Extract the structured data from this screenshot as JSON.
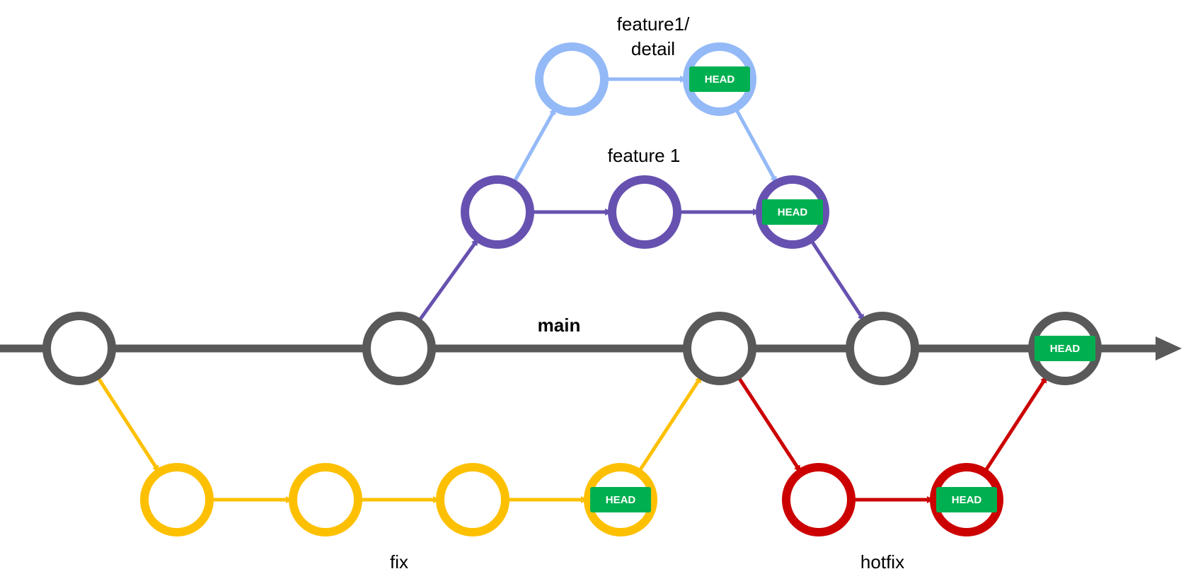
{
  "colors": {
    "main": "#595959",
    "feature1": "#6751b0",
    "feature1_detail": "#94b9f7",
    "fix": "#fdc000",
    "hotfix": "#cc0000",
    "head_badge": "#00b050",
    "head_text": "#ffffff"
  },
  "branches": {
    "main": {
      "label": "main"
    },
    "feature1": {
      "label": "feature 1"
    },
    "feature1_detail": {
      "label_line1": "feature1/",
      "label_line2": "detail"
    },
    "fix": {
      "label": "fix"
    },
    "hotfix": {
      "label": "hotfix"
    }
  },
  "head_label": "HEAD",
  "commits": [
    {
      "id": "m1",
      "branch": "main",
      "head": false
    },
    {
      "id": "m2",
      "branch": "main",
      "head": false
    },
    {
      "id": "m3",
      "branch": "main",
      "head": false
    },
    {
      "id": "m4",
      "branch": "main",
      "head": false
    },
    {
      "id": "m5",
      "branch": "main",
      "head": true
    },
    {
      "id": "f1",
      "branch": "feature1",
      "head": false
    },
    {
      "id": "f2",
      "branch": "feature1",
      "head": false
    },
    {
      "id": "f3",
      "branch": "feature1",
      "head": true
    },
    {
      "id": "d1",
      "branch": "feature1_detail",
      "head": false
    },
    {
      "id": "d2",
      "branch": "feature1_detail",
      "head": true
    },
    {
      "id": "x1",
      "branch": "fix",
      "head": false
    },
    {
      "id": "x2",
      "branch": "fix",
      "head": false
    },
    {
      "id": "x3",
      "branch": "fix",
      "head": false
    },
    {
      "id": "x4",
      "branch": "fix",
      "head": true
    },
    {
      "id": "h1",
      "branch": "hotfix",
      "head": false
    },
    {
      "id": "h2",
      "branch": "hotfix",
      "head": true
    }
  ],
  "edges": [
    {
      "from": "m2",
      "to": "f1",
      "branch": "feature1"
    },
    {
      "from": "f1",
      "to": "f2",
      "branch": "feature1"
    },
    {
      "from": "f2",
      "to": "f3",
      "branch": "feature1"
    },
    {
      "from": "f3",
      "to": "m4",
      "branch": "feature1"
    },
    {
      "from": "f1",
      "to": "d1",
      "branch": "feature1_detail"
    },
    {
      "from": "d1",
      "to": "d2",
      "branch": "feature1_detail"
    },
    {
      "from": "d2",
      "to": "f3",
      "branch": "feature1_detail"
    },
    {
      "from": "m1",
      "to": "x1",
      "branch": "fix"
    },
    {
      "from": "x1",
      "to": "x2",
      "branch": "fix"
    },
    {
      "from": "x2",
      "to": "x3",
      "branch": "fix"
    },
    {
      "from": "x3",
      "to": "x4",
      "branch": "fix"
    },
    {
      "from": "x4",
      "to": "m3",
      "branch": "fix"
    },
    {
      "from": "m3",
      "to": "h1",
      "branch": "hotfix"
    },
    {
      "from": "h1",
      "to": "h2",
      "branch": "hotfix"
    },
    {
      "from": "h2",
      "to": "m5",
      "branch": "hotfix"
    }
  ]
}
